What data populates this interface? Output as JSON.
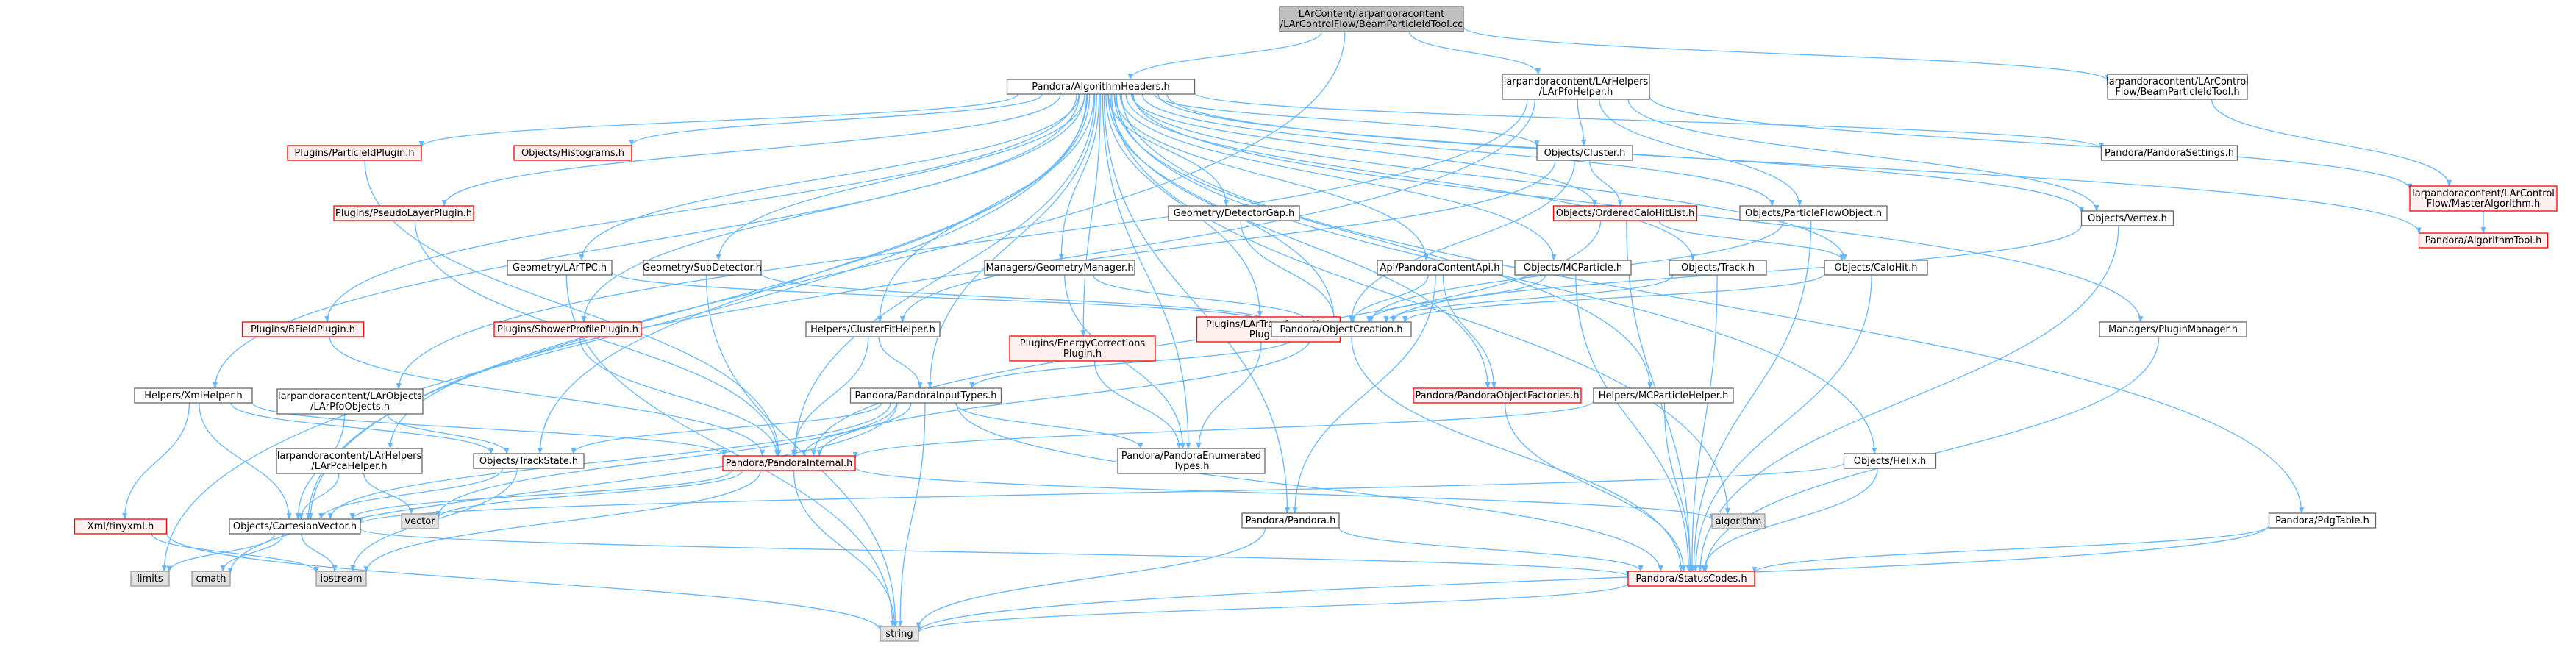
{
  "colors": {
    "edge": "#63b8ff",
    "root_fill": "#bfbfbf",
    "root_border": "#666666",
    "normal_fill": "#ffffff",
    "normal_border": "#666666",
    "red_fill": "#fff0f0",
    "red_border": "#ff0000",
    "system_fill": "#e0e0e0",
    "system_border": "#999999"
  },
  "nodes": [
    {
      "id": "root",
      "lines": [
        "LArContent/larpandoracontent",
        "/LArControlFlow/BeamParticleIdTool.cc"
      ],
      "kind": "root"
    },
    {
      "id": "alg_headers",
      "lines": [
        "Pandora/AlgorithmHeaders.h"
      ],
      "kind": "normal"
    },
    {
      "id": "lar_pfo_helper",
      "lines": [
        "larpandoracontent/LArHelpers",
        "/LArPfoHelper.h"
      ],
      "kind": "normal"
    },
    {
      "id": "beam_tool_h",
      "lines": [
        "larpandoracontent/LArControl",
        "Flow/BeamParticleIdTool.h"
      ],
      "kind": "normal"
    },
    {
      "id": "master_alg",
      "lines": [
        "larpandoracontent/LArControl",
        "Flow/MasterAlgorithm.h"
      ],
      "kind": "red"
    },
    {
      "id": "alg_tool",
      "lines": [
        "Pandora/AlgorithmTool.h"
      ],
      "kind": "red"
    },
    {
      "id": "particle_id_plugin",
      "lines": [
        "Plugins/ParticleIdPlugin.h"
      ],
      "kind": "red"
    },
    {
      "id": "histograms",
      "lines": [
        "Objects/Histograms.h"
      ],
      "kind": "red"
    },
    {
      "id": "pseudo_layer",
      "lines": [
        "Plugins/PseudoLayerPlugin.h"
      ],
      "kind": "red"
    },
    {
      "id": "bfield",
      "lines": [
        "Plugins/BFieldPlugin.h"
      ],
      "kind": "red"
    },
    {
      "id": "shower_profile",
      "lines": [
        "Plugins/ShowerProfilePlugin.h"
      ],
      "kind": "red"
    },
    {
      "id": "lar_transform",
      "lines": [
        "Plugins/LArTransformation",
        "Plugin.h"
      ],
      "kind": "red"
    },
    {
      "id": "energy_corr",
      "lines": [
        "Plugins/EnergyCorrections",
        "Plugin.h"
      ],
      "kind": "red"
    },
    {
      "id": "ordered_calo",
      "lines": [
        "Objects/OrderedCaloHitList.h"
      ],
      "kind": "red"
    },
    {
      "id": "pandora_obj_fact",
      "lines": [
        "Pandora/PandoraObjectFactories.h"
      ],
      "kind": "red"
    },
    {
      "id": "pandora_internal",
      "lines": [
        "Pandora/PandoraInternal.h"
      ],
      "kind": "red"
    },
    {
      "id": "xml_tiny",
      "lines": [
        "Xml/tinyxml.h"
      ],
      "kind": "red"
    },
    {
      "id": "status_codes",
      "lines": [
        "Pandora/StatusCodes.h"
      ],
      "kind": "red"
    },
    {
      "id": "cluster",
      "lines": [
        "Objects/Cluster.h"
      ],
      "kind": "normal"
    },
    {
      "id": "pandora_settings",
      "lines": [
        "Pandora/PandoraSettings.h"
      ],
      "kind": "normal"
    },
    {
      "id": "particle_flow",
      "lines": [
        "Objects/ParticleFlowObject.h"
      ],
      "kind": "normal"
    },
    {
      "id": "vertex",
      "lines": [
        "Objects/Vertex.h"
      ],
      "kind": "normal"
    },
    {
      "id": "detector_gap",
      "lines": [
        "Geometry/DetectorGap.h"
      ],
      "kind": "normal"
    },
    {
      "id": "lar_tpc",
      "lines": [
        "Geometry/LArTPC.h"
      ],
      "kind": "normal"
    },
    {
      "id": "sub_detector",
      "lines": [
        "Geometry/SubDetector.h"
      ],
      "kind": "normal"
    },
    {
      "id": "geometry_manager",
      "lines": [
        "Managers/GeometryManager.h"
      ],
      "kind": "normal"
    },
    {
      "id": "content_api",
      "lines": [
        "Api/PandoraContentApi.h"
      ],
      "kind": "normal"
    },
    {
      "id": "mc_particle",
      "lines": [
        "Objects/MCParticle.h"
      ],
      "kind": "normal"
    },
    {
      "id": "track",
      "lines": [
        "Objects/Track.h"
      ],
      "kind": "normal"
    },
    {
      "id": "calo_hit",
      "lines": [
        "Objects/CaloHit.h"
      ],
      "kind": "normal"
    },
    {
      "id": "cluster_fit",
      "lines": [
        "Helpers/ClusterFitHelper.h"
      ],
      "kind": "normal"
    },
    {
      "id": "object_creation",
      "lines": [
        "Pandora/ObjectCreation.h"
      ],
      "kind": "normal"
    },
    {
      "id": "plugin_manager",
      "lines": [
        "Managers/PluginManager.h"
      ],
      "kind": "normal"
    },
    {
      "id": "xml_helper",
      "lines": [
        "Helpers/XmlHelper.h"
      ],
      "kind": "normal"
    },
    {
      "id": "lar_pfo_objects",
      "lines": [
        "larpandoracontent/LArObjects",
        "/LArPfoObjects.h"
      ],
      "kind": "normal"
    },
    {
      "id": "input_types",
      "lines": [
        "Pandora/PandoraInputTypes.h"
      ],
      "kind": "normal"
    },
    {
      "id": "mc_particle_helper",
      "lines": [
        "Helpers/MCParticleHelper.h"
      ],
      "kind": "normal"
    },
    {
      "id": "lar_pca",
      "lines": [
        "larpandoracontent/LArHelpers",
        "/LArPcaHelper.h"
      ],
      "kind": "normal"
    },
    {
      "id": "track_state",
      "lines": [
        "Objects/TrackState.h"
      ],
      "kind": "normal"
    },
    {
      "id": "enumerated",
      "lines": [
        "Pandora/PandoraEnumerated",
        "Types.h"
      ],
      "kind": "normal"
    },
    {
      "id": "helix",
      "lines": [
        "Objects/Helix.h"
      ],
      "kind": "normal"
    },
    {
      "id": "cartesian",
      "lines": [
        "Objects/CartesianVector.h"
      ],
      "kind": "normal"
    },
    {
      "id": "pandora_h",
      "lines": [
        "Pandora/Pandora.h"
      ],
      "kind": "normal"
    },
    {
      "id": "pdg_table",
      "lines": [
        "Pandora/PdgTable.h"
      ],
      "kind": "normal"
    },
    {
      "id": "vector",
      "lines": [
        "vector"
      ],
      "kind": "system"
    },
    {
      "id": "algorithm",
      "lines": [
        "algorithm"
      ],
      "kind": "system"
    },
    {
      "id": "limits",
      "lines": [
        "limits"
      ],
      "kind": "system"
    },
    {
      "id": "cmath",
      "lines": [
        "cmath"
      ],
      "kind": "system"
    },
    {
      "id": "iostream",
      "lines": [
        "iostream"
      ],
      "kind": "system"
    },
    {
      "id": "string",
      "lines": [
        "string"
      ],
      "kind": "system"
    }
  ],
  "edges": [
    [
      "root",
      "alg_headers"
    ],
    [
      "root",
      "lar_pfo_helper"
    ],
    [
      "root",
      "beam_tool_h"
    ],
    [
      "root",
      "cartesian"
    ],
    [
      "beam_tool_h",
      "master_alg"
    ],
    [
      "master_alg",
      "alg_tool"
    ],
    [
      "alg_headers",
      "particle_id_plugin"
    ],
    [
      "alg_headers",
      "histograms"
    ],
    [
      "alg_headers",
      "pseudo_layer"
    ],
    [
      "alg_headers",
      "bfield"
    ],
    [
      "alg_headers",
      "shower_profile"
    ],
    [
      "alg_headers",
      "lar_transform"
    ],
    [
      "alg_headers",
      "energy_corr"
    ],
    [
      "alg_headers",
      "cluster"
    ],
    [
      "alg_headers",
      "ordered_calo"
    ],
    [
      "alg_headers",
      "pandora_settings"
    ],
    [
      "alg_headers",
      "particle_flow"
    ],
    [
      "alg_headers",
      "vertex"
    ],
    [
      "alg_headers",
      "detector_gap"
    ],
    [
      "alg_headers",
      "lar_tpc"
    ],
    [
      "alg_headers",
      "sub_detector"
    ],
    [
      "alg_headers",
      "geometry_manager"
    ],
    [
      "alg_headers",
      "content_api"
    ],
    [
      "alg_headers",
      "mc_particle"
    ],
    [
      "alg_headers",
      "track"
    ],
    [
      "alg_headers",
      "calo_hit"
    ],
    [
      "alg_headers",
      "cluster_fit"
    ],
    [
      "alg_headers",
      "plugin_manager"
    ],
    [
      "alg_headers",
      "xml_helper"
    ],
    [
      "alg_headers",
      "input_types"
    ],
    [
      "alg_headers",
      "mc_particle_helper"
    ],
    [
      "alg_headers",
      "pandora_internal"
    ],
    [
      "alg_headers",
      "object_creation"
    ],
    [
      "alg_headers",
      "helix"
    ],
    [
      "alg_headers",
      "pdg_table"
    ],
    [
      "alg_headers",
      "track_state"
    ],
    [
      "alg_headers",
      "cartesian"
    ],
    [
      "alg_headers",
      "limits"
    ],
    [
      "alg_headers",
      "algorithm"
    ],
    [
      "alg_headers",
      "alg_tool"
    ],
    [
      "alg_headers",
      "enumerated"
    ],
    [
      "alg_headers",
      "pandora_obj_fact"
    ],
    [
      "lar_pfo_helper",
      "cluster"
    ],
    [
      "lar_pfo_helper",
      "particle_flow"
    ],
    [
      "lar_pfo_helper",
      "vertex"
    ],
    [
      "lar_pfo_helper",
      "lar_pfo_objects"
    ],
    [
      "lar_pfo_helper",
      "lar_pca"
    ],
    [
      "lar_pfo_helper",
      "master_alg"
    ],
    [
      "particle_id_plugin",
      "pandora_internal"
    ],
    [
      "pseudo_layer",
      "pandora_internal"
    ],
    [
      "bfield",
      "pandora_internal"
    ],
    [
      "shower_profile",
      "pandora_internal"
    ],
    [
      "lar_transform",
      "enumerated"
    ],
    [
      "energy_corr",
      "enumerated"
    ],
    [
      "cluster",
      "ordered_calo"
    ],
    [
      "cluster",
      "object_creation"
    ],
    [
      "cluster",
      "cluster_fit"
    ],
    [
      "ordered_calo",
      "calo_hit"
    ],
    [
      "ordered_calo",
      "pandora_internal"
    ],
    [
      "ordered_calo",
      "status_codes"
    ],
    [
      "particle_flow",
      "object_creation"
    ],
    [
      "particle_flow",
      "status_codes"
    ],
    [
      "vertex",
      "object_creation"
    ],
    [
      "vertex",
      "status_codes"
    ],
    [
      "detector_gap",
      "object_creation"
    ],
    [
      "lar_tpc",
      "object_creation"
    ],
    [
      "lar_tpc",
      "string"
    ],
    [
      "sub_detector",
      "object_creation"
    ],
    [
      "sub_detector",
      "string"
    ],
    [
      "geometry_manager",
      "object_creation"
    ],
    [
      "geometry_manager",
      "enumerated"
    ],
    [
      "content_api",
      "object_creation"
    ],
    [
      "content_api",
      "pandora_obj_fact"
    ],
    [
      "content_api",
      "pandora_h"
    ],
    [
      "mc_particle",
      "object_creation"
    ],
    [
      "mc_particle",
      "status_codes"
    ],
    [
      "track",
      "object_creation"
    ],
    [
      "track",
      "status_codes"
    ],
    [
      "calo_hit",
      "object_creation"
    ],
    [
      "calo_hit",
      "status_codes"
    ],
    [
      "cluster_fit",
      "pandora_internal"
    ],
    [
      "cluster_fit",
      "input_types"
    ],
    [
      "object_creation",
      "input_types"
    ],
    [
      "object_creation",
      "pandora_internal"
    ],
    [
      "object_creation",
      "status_codes"
    ],
    [
      "pandora_obj_fact",
      "status_codes"
    ],
    [
      "plugin_manager",
      "status_codes"
    ],
    [
      "xml_helper",
      "xml_tiny"
    ],
    [
      "xml_helper",
      "cartesian"
    ],
    [
      "xml_helper",
      "pandora_internal"
    ],
    [
      "xml_helper",
      "track_state"
    ],
    [
      "lar_pfo_objects",
      "cartesian"
    ],
    [
      "lar_pfo_objects",
      "track_state"
    ],
    [
      "input_types",
      "cartesian"
    ],
    [
      "input_types",
      "track_state"
    ],
    [
      "input_types",
      "pandora_internal"
    ],
    [
      "input_types",
      "enumerated"
    ],
    [
      "input_types",
      "status_codes"
    ],
    [
      "input_types",
      "string"
    ],
    [
      "input_types",
      "vector"
    ],
    [
      "input_types",
      "cmath"
    ],
    [
      "mc_particle_helper",
      "pandora_internal"
    ],
    [
      "mc_particle_helper",
      "status_codes"
    ],
    [
      "lar_pca",
      "cartesian"
    ],
    [
      "lar_pca",
      "vector"
    ],
    [
      "track_state",
      "cartesian"
    ],
    [
      "track_state",
      "iostream"
    ],
    [
      "pandora_internal",
      "vector"
    ],
    [
      "pandora_internal",
      "algorithm"
    ],
    [
      "pandora_internal",
      "iostream"
    ],
    [
      "pandora_internal",
      "string"
    ],
    [
      "pandora_internal",
      "cartesian"
    ],
    [
      "helix",
      "status_codes"
    ],
    [
      "helix",
      "cartesian"
    ],
    [
      "cartesian",
      "status_codes"
    ],
    [
      "cartesian",
      "iostream"
    ],
    [
      "cartesian",
      "limits"
    ],
    [
      "cartesian",
      "cmath"
    ],
    [
      "pandora_h",
      "status_codes"
    ],
    [
      "pandora_h",
      "string"
    ],
    [
      "pdg_table",
      "status_codes"
    ],
    [
      "pdg_table",
      "string"
    ],
    [
      "status_codes",
      "string"
    ],
    [
      "xml_tiny",
      "string"
    ],
    [
      "xml_tiny",
      "iostream"
    ],
    [
      "alg_headers",
      "pandora_h"
    ]
  ]
}
